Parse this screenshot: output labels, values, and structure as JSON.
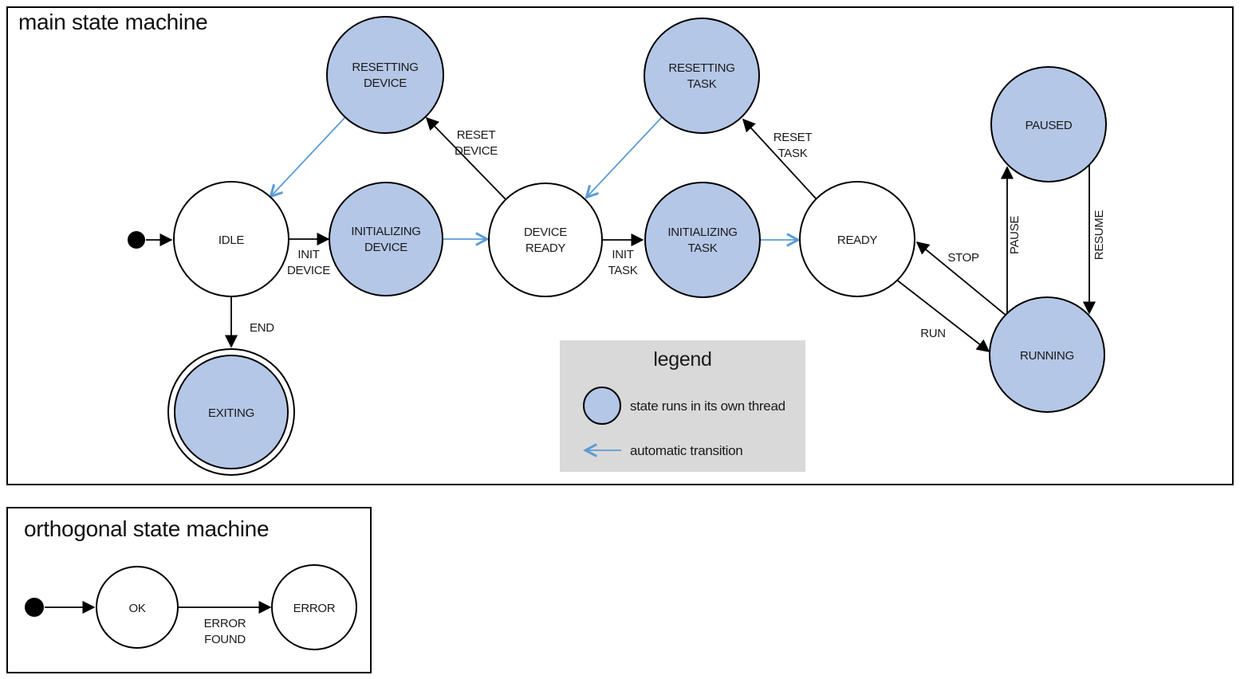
{
  "colors": {
    "threaded_state_fill": "#b5c7e7",
    "plain_state_fill": "#ffffff",
    "auto_transition_blue": "#5b9bd5",
    "legend_background": "#d9d9d9",
    "outline_black": "#000000"
  },
  "main_panel": {
    "title": "main state machine",
    "states": {
      "idle": "IDLE",
      "resetting_device": [
        "RESETTING",
        "DEVICE"
      ],
      "initializing_device": [
        "INITIALIZING",
        "DEVICE"
      ],
      "device_ready": [
        "DEVICE",
        "READY"
      ],
      "resetting_task": [
        "RESETTING",
        "TASK"
      ],
      "initializing_task": [
        "INITIALIZING",
        "TASK"
      ],
      "ready": "READY",
      "paused": "PAUSED",
      "running": "RUNNING",
      "exiting": "EXITING"
    },
    "transitions": {
      "init_device": [
        "INIT",
        "DEVICE"
      ],
      "reset_device": [
        "RESET",
        "DEVICE"
      ],
      "init_task": [
        "INIT",
        "TASK"
      ],
      "reset_task": [
        "RESET",
        "TASK"
      ],
      "stop": "STOP",
      "run": "RUN",
      "pause": "PAUSE",
      "resume": "RESUME",
      "end": "END"
    },
    "legend": {
      "title": "legend",
      "threaded_item": "state runs in its own thread",
      "auto_item": "automatic transition"
    }
  },
  "orthogonal_panel": {
    "title": "orthogonal state machine",
    "states": {
      "ok": "OK",
      "error": "ERROR"
    },
    "transitions": {
      "error_found": [
        "ERROR",
        "FOUND"
      ]
    }
  }
}
